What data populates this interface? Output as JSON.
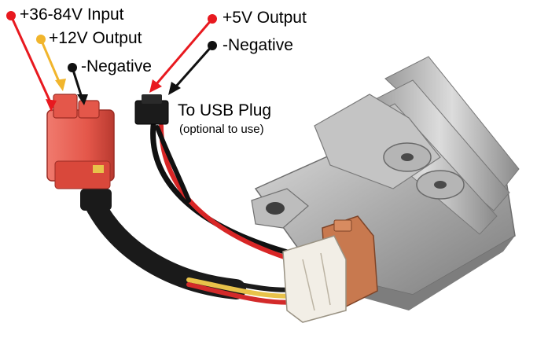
{
  "labels": {
    "input": "+36-84V Input",
    "out12": "+12V Output",
    "neg_left": "-Negative",
    "out5": "+5V Output",
    "neg_right": "-Negative",
    "usb_title": "To USB Plug",
    "usb_sub": "(optional to use)"
  },
  "colors": {
    "red": "#e8191f",
    "yellow": "#f1b52c",
    "black": "#111111",
    "connector_red": "#e4574a",
    "connector_tan": "#c8794f",
    "connector_white": "#f2eee6",
    "metal": "#a8a8a8"
  }
}
